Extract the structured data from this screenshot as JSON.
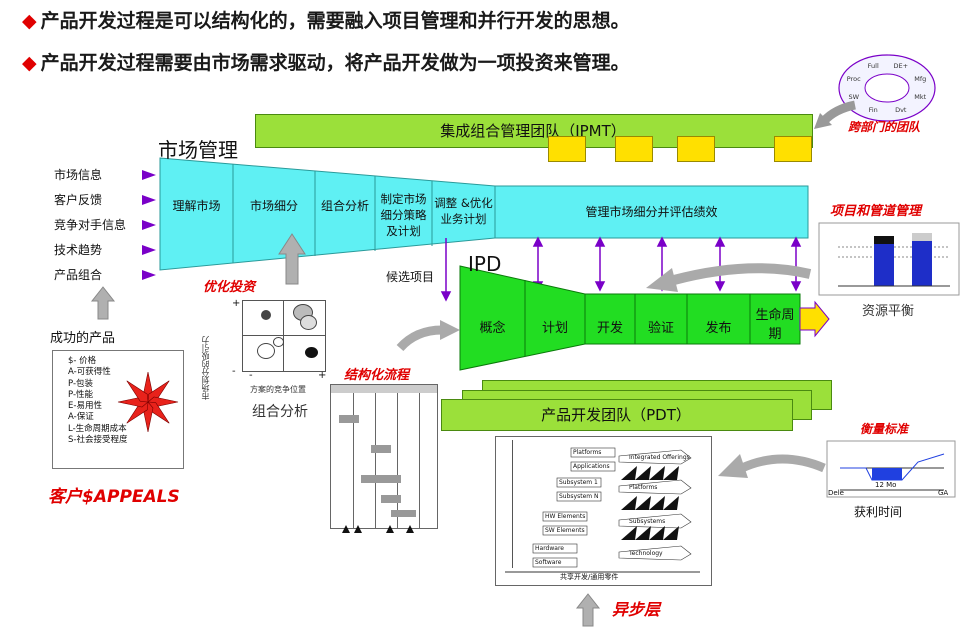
{
  "bullets": [
    "产品开发过程是可以结构化的，需要融入项目管理和并行开发的思想。",
    "产品开发过程需要由市场需求驱动，将产品开发做为一项投资来管理。"
  ],
  "ipmt": {
    "label": "集成组合管理团队（IPMT）"
  },
  "cross_team": {
    "label": "跨部门的团队",
    "ring": [
      "DE+",
      "Mfg",
      "Mkt",
      "Dvt",
      "Fin",
      "SW",
      "Proc",
      "Full"
    ]
  },
  "market": {
    "title": "市场管理",
    "inputs": [
      "市场信息",
      "客户反馈",
      "竞争对手信息",
      "技术趋势",
      "产品组合"
    ],
    "stages": [
      "理解市场",
      "市场细分",
      "组合分析",
      "制定市场细分策略及计划",
      "调整 &优化业务计划",
      "管理市场细分并评估绩效"
    ]
  },
  "project_pipeline": {
    "label": "项目和管道管理",
    "caption": "资源平衡"
  },
  "optimize": {
    "label": "优化投资"
  },
  "portfolio": {
    "ylabel": "市场划分的吸引力",
    "xlabel": "方案的竞争位置",
    "caption": "组合分析",
    "plus": "+",
    "minus": "-"
  },
  "candidate": {
    "label": "候选项目"
  },
  "ipd": {
    "title": "IPD",
    "stages": [
      "概念",
      "计划",
      "开发",
      "验证",
      "发布",
      "生命周期"
    ]
  },
  "appeals": {
    "title": "成功的产品",
    "items": [
      "$- 价格",
      "A-可获得性",
      "P-包装",
      "P-性能",
      "E-易用性",
      "A-保证",
      "L-生命周期成本",
      "S-社会接受程度"
    ],
    "caption": "客户$APPEALS"
  },
  "structured": {
    "label": "结构化流程"
  },
  "pdt": {
    "label": "产品开发团队（PDT）"
  },
  "measure": {
    "label": "衡量标准",
    "caption": "获利时间",
    "axis_left": "Dele",
    "axis_right": "GA",
    "axis_mid": "12 Mo"
  },
  "async": {
    "label": "异步层",
    "footer": "共享开发/通用零件",
    "rows": [
      "Platforms",
      "Applications",
      "Subsystem 1",
      "Subsystem N",
      "HW Elements",
      "SW Elements",
      "Hardware",
      "Software"
    ],
    "arrows": [
      "Integrated Offerings",
      "Platforms",
      "Subsystems",
      "Technology"
    ]
  },
  "colors": {
    "green": "#9be03a",
    "cyan": "#5ff0f3",
    "red": "#e00000",
    "purple": "#7a00c8",
    "yellow": "#ffe000"
  }
}
